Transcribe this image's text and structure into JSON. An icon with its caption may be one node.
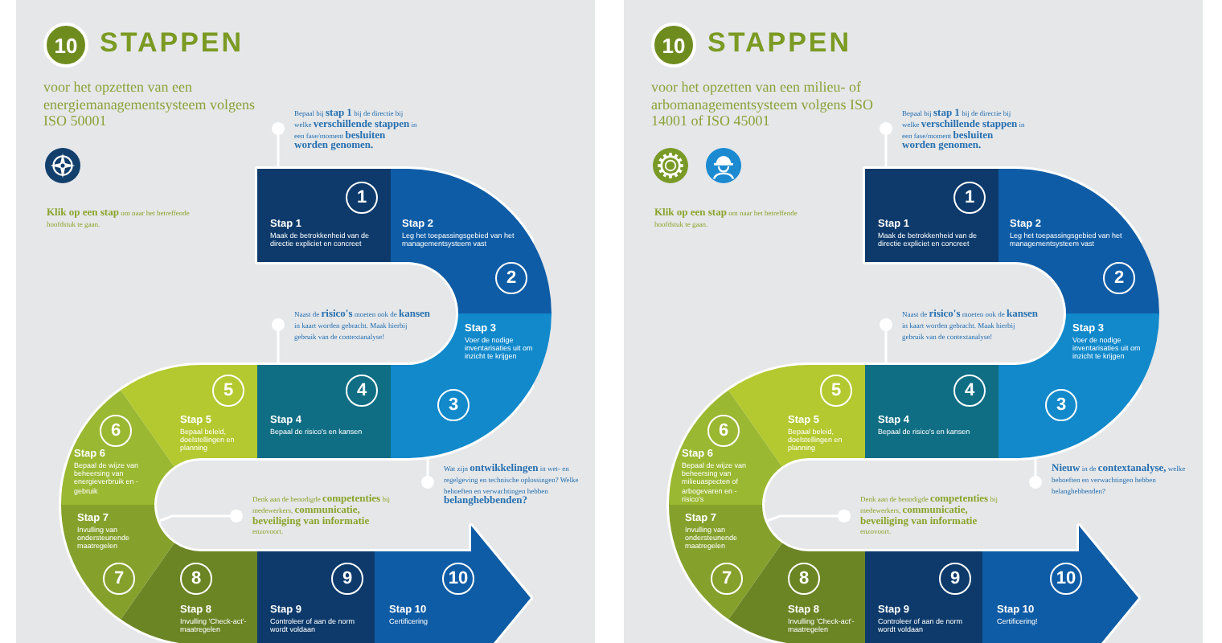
{
  "diagram": {
    "nodes": [
      {
        "text": [
          "STAPPEN",
          "voor het opzetten van een energiemanagementsysteem volgens ISO 50001",
          "**Klik op een stap** om naar het betreffende hoofdstuk te gaan."
        ]
      },
      {
        "text": [
          "10"
        ],
        "in": 0
      },
      {
        "text": [
          "1",
          "Stap 1",
          "Maak de betrokkenheid van de directie expliciet en concreet"
        ],
        "in": 0
      },
      {
        "text": [
          "2",
          "Stap 2",
          "Leg het toepassingsgebied van het managementsysteem vast"
        ],
        "in": 0
      },
      {
        "text": [
          "3",
          "Stap 3",
          "Voer de nodige inventarisaties uit om inzicht te krijgen"
        ],
        "in": 0
      },
      {
        "text": [
          "4",
          "Stap 4",
          "Bepaal de risico's en kansen"
        ],
        "in": 0
      },
      {
        "text": [
          "5",
          "Stap 5",
          "Bepaal beleid, doelstellingen en planning"
        ],
        "in": 0
      },
      {
        "text": [
          "6",
          "Stap 6",
          "Bepaal de wijze van beheersing van energieverbruik en -gebruik"
        ],
        "in": 0
      },
      {
        "text": [
          "7",
          "Stap 7",
          "Invulling van ondersteunende maatregelen"
        ],
        "in": 0
      },
      {
        "text": [
          "8",
          "Stap 8",
          "Invulling 'Check-act'-maatregelen"
        ],
        "in": 0
      },
      {
        "text": [
          "9",
          "Stap 9",
          "Controleer of aan de norm wordt voldaan"
        ],
        "in": 0
      },
      {
        "text": [
          "10",
          "Stap 10",
          "Certificering"
        ],
        "in": 0
      },
      {
        "text": [
          "Bepaal bij **stap 1** bij de directie bij welke **verschillende stappen** in een fase/moment **besluiten worden genomen.**"
        ],
        "in": 0
      },
      {
        "text": [
          "Naast de **risico's** moeten ook de **kansen** in kaart worden gebracht. Maak hierbij gebruik van de contextanalyse!"
        ],
        "in": 0
      },
      {
        "text": [
          "Wat zijn **ontwikkelingen** in wet- en regelgeving en technische oplossingen? Welke behoeften en verwachtingen hebben **belanghebbenden?**"
        ],
        "in": 0
      },
      {
        "text": [
          "Denk aan de benodigde **competenties** bij medewerkers, **communicatie, beveiliging van informatie** enzovoort."
        ],
        "in": 0
      },
      {
        "text": [
          "STAPPEN",
          "voor het opzetten van een milieu- of arbomanagementsysteem volgens ISO 14001 of ISO 45001",
          "**Klik op een stap** om naar het betreffende hoofdstuk te gaan."
        ]
      },
      {
        "text": [
          "10"
        ],
        "in": 16
      },
      {
        "text": [
          "1",
          "Stap 1",
          "Maak de betrokkenheid van de directie expliciet en concreet"
        ],
        "in": 16
      },
      {
        "text": [
          "2",
          "Stap 2",
          "Leg het toepassingsgebied van het managementsysteem vast"
        ],
        "in": 16
      },
      {
        "text": [
          "3",
          "Stap 3",
          "Voer de nodige inventarisaties uit om inzicht te krijgen"
        ],
        "in": 16
      },
      {
        "text": [
          "4",
          "Stap 4",
          "Bepaal de risico's en kansen"
        ],
        "in": 16
      },
      {
        "text": [
          "5",
          "Stap 5",
          "Bepaal beleid, doelstellingen en planning"
        ],
        "in": 16
      },
      {
        "text": [
          "6",
          "Stap 6",
          "Bepaal de wijze van beheersing van milieuaspecten of arbogevaren en -risico's"
        ],
        "in": 16
      },
      {
        "text": [
          "7",
          "Stap 7",
          "Invulling van ondersteunende maatregelen"
        ],
        "in": 16
      },
      {
        "text": [
          "8",
          "Stap 8",
          "Invulling 'Check-act'-maatregelen"
        ],
        "in": 16
      },
      {
        "text": [
          "9",
          "Stap 9",
          "Controleer of aan de norm wordt voldaan"
        ],
        "in": 16
      },
      {
        "text": [
          "10",
          "Stap 10",
          "Certificering!"
        ],
        "in": 16
      },
      {
        "text": [
          "Bepaal bij **stap 1** bij de directie bij welke **verschillende stappen** in een fase/moment **besluiten worden genomen.**"
        ],
        "in": 16
      },
      {
        "text": [
          "Naast de **risico's** moeten ook de **kansen** in kaart worden gebracht. Maak hierbij gebruik van de contextanalyse!"
        ],
        "in": 16
      },
      {
        "text": [
          "**Nieuw** in de **contextanalyse,** welke behoeften en verwachtingen hebben belanghebbenden?"
        ],
        "in": 16
      },
      {
        "text": [
          "Denk aan de benodigde **competenties** bij medewerkers, **communicatie, beveiliging van informatie** enzovoort."
        ],
        "in": 16
      }
    ],
    "edges": [
      {
        "from": 12,
        "to": 2,
        "arrow": "other"
      },
      {
        "from": 13,
        "to": 5,
        "arrow": "other"
      },
      {
        "from": 14,
        "to": 4,
        "arrow": "other"
      },
      {
        "from": 15,
        "to": 8,
        "arrow": "other"
      },
      {
        "from": 28,
        "to": 18,
        "arrow": "other"
      },
      {
        "from": 29,
        "to": 21,
        "arrow": "other"
      },
      {
        "from": 30,
        "to": 20,
        "arrow": "other"
      },
      {
        "from": 31,
        "to": 24,
        "arrow": "other"
      }
    ]
  }
}
